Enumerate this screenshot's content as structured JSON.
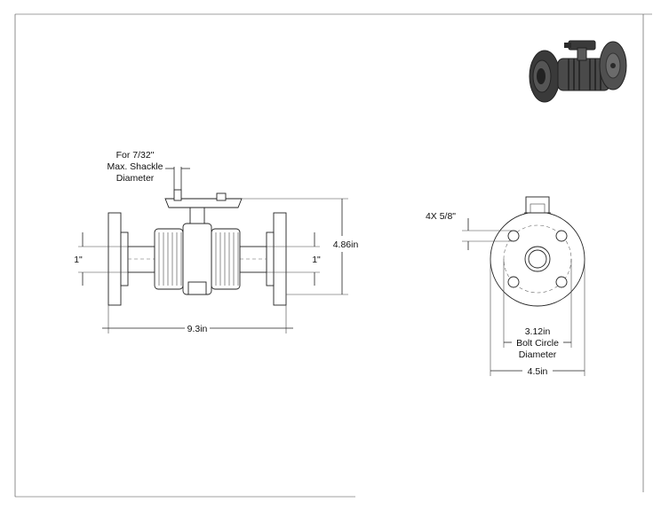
{
  "drawing": {
    "labels": {
      "shackle_line1": "For 7/32\"",
      "shackle_line2": "Max. Shackle",
      "shackle_line3": "Diameter",
      "height": "4.86in",
      "length": "9.3in",
      "pipe_left": "1\"",
      "pipe_right": "1\"",
      "bolt_holes": "4X 5/8\"",
      "bolt_circle_line1": "3.12in",
      "bolt_circle_line2": "Bolt Circle",
      "bolt_circle_line3": "Diameter",
      "flange_dia": "4.5in"
    },
    "colors": {
      "line": "#222222",
      "render_dark": "#3a3a3a",
      "render_mid": "#6b6b6b",
      "render_light": "#9a9a9a"
    }
  }
}
